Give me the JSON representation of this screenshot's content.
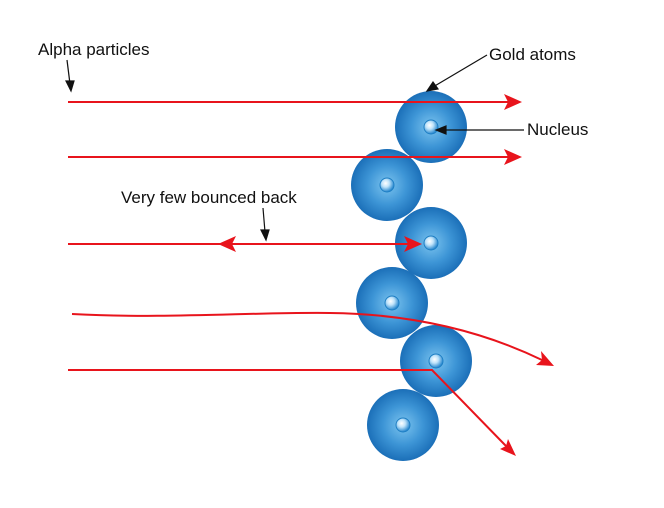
{
  "labels": {
    "alpha": "Alpha particles",
    "gold": "Gold atoms",
    "nucleus": "Nucleus",
    "bounce": "Very few bounced back"
  },
  "colors": {
    "beam": "#e8141c",
    "annotation": "#111111",
    "atom_edge": "#1b6fb8",
    "atom_center": "#7cc4ef",
    "nucleus": "#2b8ad0"
  },
  "diagram": {
    "gold_atom_count": 6,
    "alpha_path_count": 5,
    "alpha_paths": [
      {
        "name": "pass-through-top",
        "behaviour": "passes straight through"
      },
      {
        "name": "pass-through-second",
        "behaviour": "passes straight through"
      },
      {
        "name": "bounce-back",
        "behaviour": "bounces back off the nucleus"
      },
      {
        "name": "slight-deflection",
        "behaviour": "deflected slightly"
      },
      {
        "name": "large-deflection",
        "behaviour": "deflected at a large angle"
      }
    ]
  }
}
